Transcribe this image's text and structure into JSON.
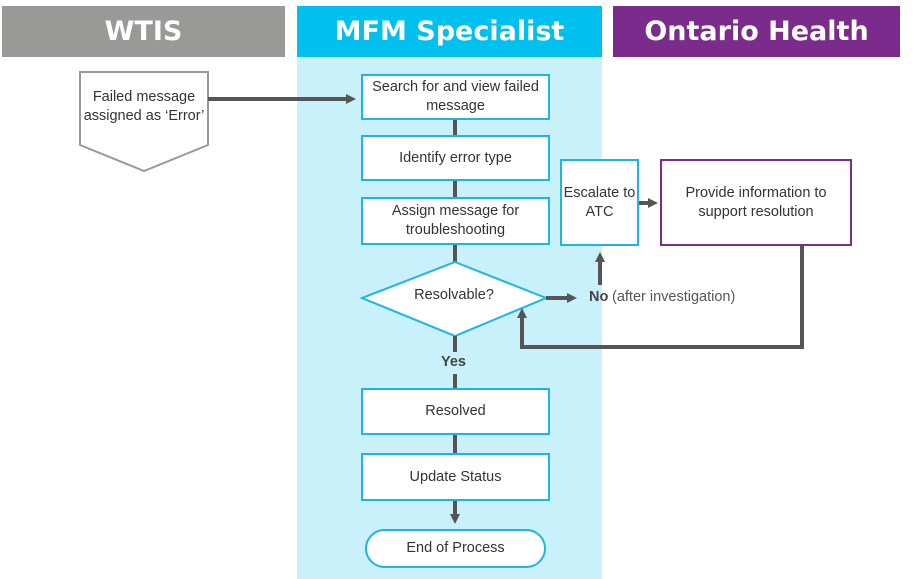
{
  "lanes": {
    "wtis": "WTIS",
    "mfm": "MFM Specialist",
    "oh": "Ontario Health"
  },
  "nodes": {
    "failed_message": "Failed message assigned as ‘Error’",
    "search": "Search for and view failed message",
    "identify": "Identify error type",
    "assign": "Assign message for troubleshooting",
    "resolvable": "Resolvable?",
    "escalate": "Escalate to ATC",
    "provide": "Provide information to support resolution",
    "resolved": "Resolved",
    "update": "Update Status",
    "end": "End of Process"
  },
  "edges": {
    "no": "No",
    "no_note": "(after investigation)",
    "yes": "Yes"
  },
  "colors": {
    "wtis": "#999a98",
    "mfm": "#00c0f0",
    "oh": "#7a2b8b",
    "lane_bg": "#c9f1fc",
    "box_border": "#1cb5e8",
    "arrow": "#555555"
  }
}
